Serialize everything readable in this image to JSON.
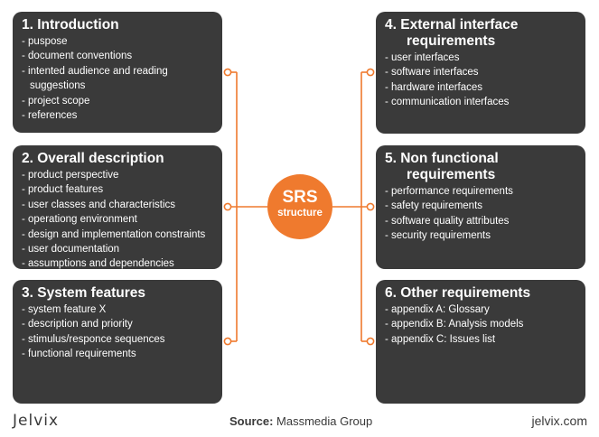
{
  "center": {
    "title": "SRS",
    "subtitle": "structure"
  },
  "colors": {
    "card_bg": "#3a3a3a",
    "accent": "#ef7a2e",
    "text_light": "#ffffff",
    "text_dark": "#3a3a3a"
  },
  "sections": [
    {
      "title": "1. Introduction",
      "title_cont": "",
      "items": [
        "puspose",
        "document conventions",
        "intented audience and reading suggestions",
        "project scope",
        "references"
      ]
    },
    {
      "title": "2. Overall description",
      "title_cont": "",
      "items": [
        "product perspective",
        "product features",
        "user classes and characteristics",
        "operationg environment",
        "design and implementation constraints",
        "user documentation",
        "assumptions and dependencies"
      ]
    },
    {
      "title": "3. System features",
      "title_cont": "",
      "items": [
        "system feature X",
        "description and priority",
        "stimulus/responce sequences",
        "functional requirements"
      ]
    },
    {
      "title": "4. External interface",
      "title_cont": "requirements",
      "items": [
        "user interfaces",
        "software interfaces",
        "hardware interfaces",
        "communication interfaces"
      ]
    },
    {
      "title": "5. Non functional",
      "title_cont": "requirements",
      "items": [
        "performance requirements",
        "safety requirements",
        "software quality attributes",
        "security requirements"
      ]
    },
    {
      "title": "6. Other requirements",
      "title_cont": "",
      "items": [
        "appendix A: Glossary",
        "appendix B: Analysis models",
        "appendix C: Issues list"
      ]
    }
  ],
  "footer": {
    "logo": "Jelvix",
    "source_label": "Source:",
    "source_value": "Massmedia Group",
    "url": "jelvix.com"
  }
}
